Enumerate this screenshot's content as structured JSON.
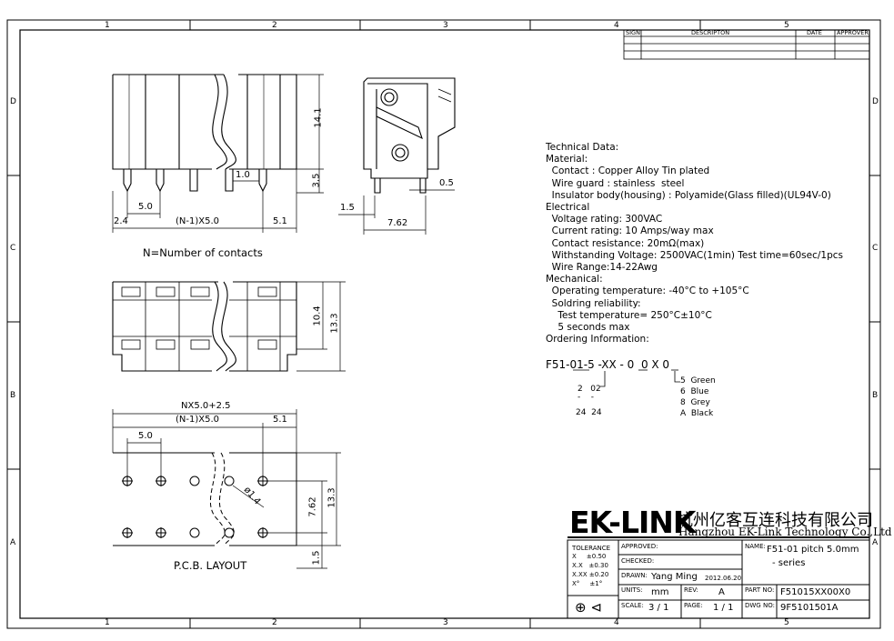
{
  "frame": {
    "col_labels": [
      "1",
      "2",
      "3",
      "4",
      "5"
    ],
    "row_labels": [
      "D",
      "C",
      "B",
      "A"
    ]
  },
  "revision_table": {
    "headers": [
      "SIGN",
      "DESCRIPTON",
      "DATE",
      "APPROVER"
    ]
  },
  "side_view": {
    "dims": [
      "14.1",
      "3.5",
      "1.0",
      "5.0",
      "2.4",
      "(N-1)X5.0",
      "5.1"
    ],
    "caption": "N=Number of contacts"
  },
  "end_view": {
    "dims": [
      "1.5",
      "7.62",
      "0.5"
    ]
  },
  "top_view": {
    "dims": [
      "10.4",
      "13.3"
    ]
  },
  "pcb_layout": {
    "dims": [
      "NX5.0+2.5",
      "(N-1)X5.0",
      "5.1",
      "5.0",
      "ø1.4",
      "7.62",
      "13.3",
      "1.5"
    ],
    "caption": "P.C.B. LAYOUT"
  },
  "technical_data": [
    "Technical Data:",
    "Material:",
    "  Contact : Copper Alloy Tin plated",
    "  Wire guard : stainless  steel",
    "  Insulator body(housing) : Polyamide(Glass filled)(UL94V-0)",
    "Electrical",
    "  Voltage rating: 300VAC",
    "  Current rating: 10 Amps/way max",
    "  Contact resistance: 20mΩ(max)",
    "  Withstanding Voltage: 2500VAC(1min) Test time=60sec/1pcs",
    "  Wire Range:14-22Awg",
    "Mechanical:",
    "  Operating temperature: -40°C to +105°C",
    "  Soldring reliability:",
    "    Test temperature= 250°C±10°C",
    "    5 seconds max",
    "Ordering Information:"
  ],
  "ordering": {
    "code": "F51-01-5 -XX - 0  0 X 0",
    "ways_pairs": [
      "2   02",
      "-    -",
      "24  24"
    ],
    "colors": [
      "5  Green",
      "6  Blue",
      "8  Grey",
      "A  Black"
    ]
  },
  "company": {
    "logo": "EK-LINK",
    "name_cn": "杭州亿客互连科技有限公司",
    "name_en": "Hangzhou EK-Link Technology Co.,Ltd"
  },
  "title_block": {
    "tolerance_label": "TOLERANCE",
    "tolerances": [
      "X     ±0.50",
      "X.X   ±0.30",
      "X.XX ±0.20",
      "X°     ±1°"
    ],
    "approved_label": "APPROVED:",
    "checked_label": "CHECKED:",
    "drawn_label": "DRAWN:",
    "drawn_by": "Yang Ming",
    "drawn_date": "2012.06.20",
    "units_label": "UNITS:",
    "units": "mm",
    "rev_label": "REV:",
    "rev": "A",
    "scale_label": "SCALE:",
    "scale": "3 / 1",
    "page_label": "PAGE:",
    "page": "1 / 1",
    "name_label": "NAME:",
    "name_line1": "F51-01 pitch 5.0mm",
    "name_line2": "- series",
    "part_no_label": "PART NO:",
    "part_no": "F51015XX00X0",
    "dwg_no_label": "DWG NO:",
    "dwg_no": "9F5101501A"
  }
}
